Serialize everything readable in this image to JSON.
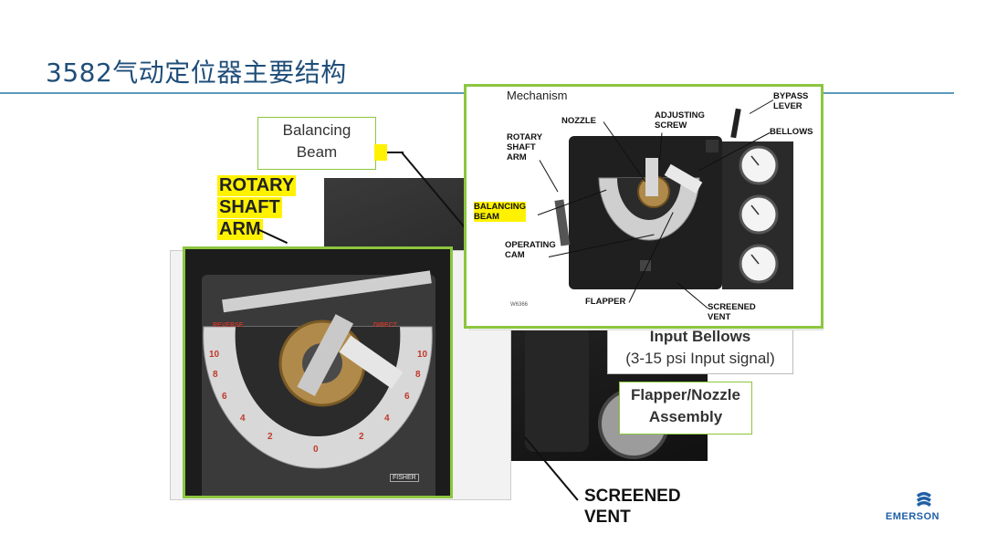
{
  "slide": {
    "title": "3582气动定位器主要结构"
  },
  "background_photo": {
    "labels": {
      "balancing_beam": "Balancing\nBeam",
      "rotary_shaft_arm_1": "ROTARY",
      "rotary_shaft_arm_2": "SHAFT",
      "rotary_shaft_arm_3": "ARM",
      "input_bellows": "Input Bellows",
      "input_signal": "(3-15 psi Input signal)",
      "flapper_nozzle": "Flapper/Nozzle\nAssembly",
      "screened_vent": "SCREENED\nVENT"
    }
  },
  "closeup": {
    "dial_text": "REVERSE",
    "direct_text": "DIRECT",
    "ticks": [
      "10",
      "8",
      "6",
      "4",
      "2",
      "0",
      "2",
      "4",
      "6",
      "8",
      "10"
    ],
    "nameplate": "FISHER"
  },
  "mechanism_diagram": {
    "heading": "Mechanism",
    "labels": {
      "nozzle": "NOZZLE",
      "adjusting_screw": "ADJUSTING\nSCREW",
      "bypass_lever": "BYPASS\nLEVER",
      "bellows": "BELLOWS",
      "rotary_shaft_arm": "ROTARY\nSHAFT\nARM",
      "balancing_beam": "BALANCING\nBEAM",
      "operating_cam": "OPERATING\nCAM",
      "flapper": "FLAPPER",
      "screened_vent": "SCREENED\nVENT",
      "figure_code": "W6366"
    }
  },
  "brand": {
    "name": "EMERSON"
  },
  "colors": {
    "title": "#1f4e79",
    "rule": "#5b9bbd",
    "frame_green": "#8cc63f",
    "highlight_yellow": "#fff200"
  }
}
